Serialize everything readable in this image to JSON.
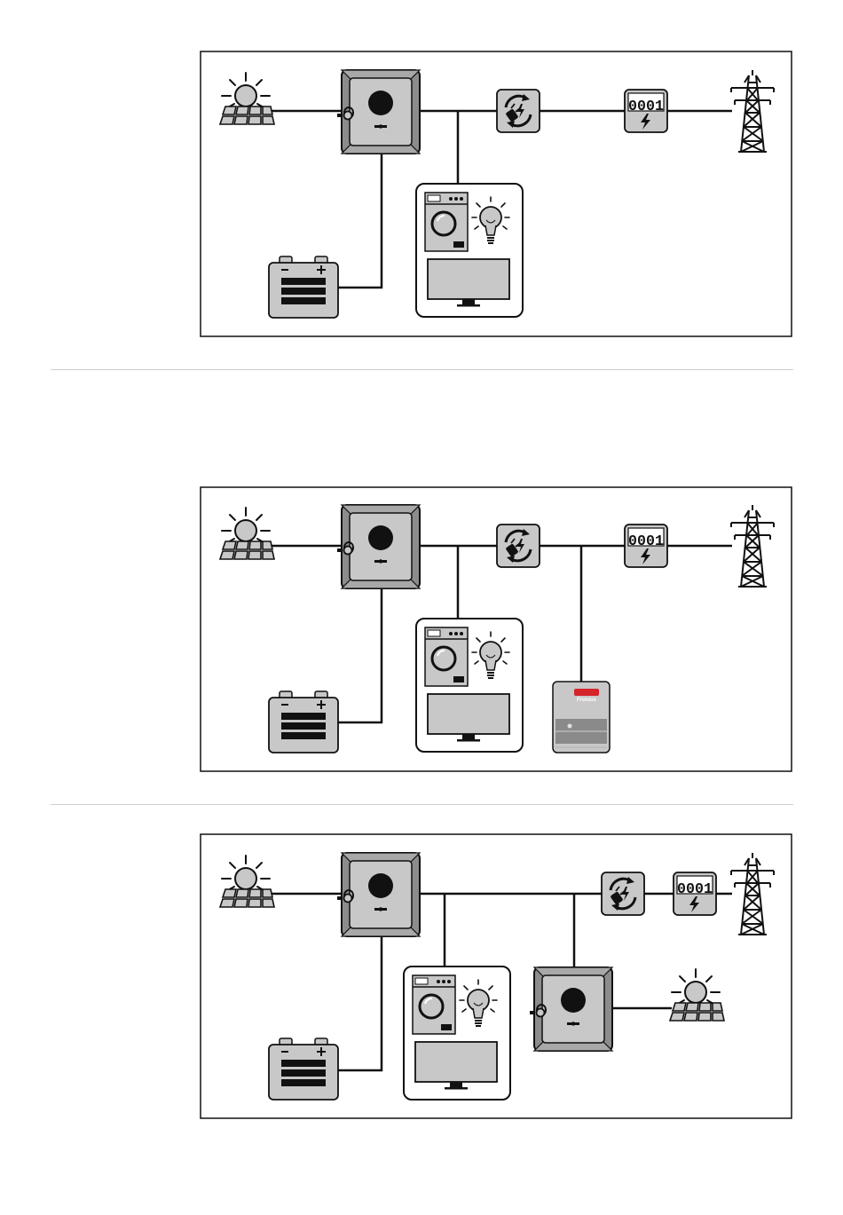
{
  "meter_display": "0001",
  "brand_logo_text": "Fronius",
  "colors": {
    "frame": "#1a1a1a",
    "device_fill": "#c8c8c8",
    "device_dark": "#8c8c8c",
    "screen": "#c4c4c4",
    "stripe": "#7a7a7a",
    "line": "#111111",
    "separator": "#cfcfcf",
    "logo_red": "#d5242a"
  },
  "diagrams": [
    {
      "id": "diagram-1",
      "components": [
        "solar-panel-icon",
        "inverter-icon",
        "battery-icon",
        "household-loads-icon",
        "switch-icon",
        "energy-meter-icon",
        "power-pylon-icon"
      ]
    },
    {
      "id": "diagram-2",
      "components": [
        "solar-panel-icon",
        "inverter-icon",
        "battery-icon",
        "household-loads-icon",
        "switch-icon",
        "wallbox-icon",
        "energy-meter-icon",
        "power-pylon-icon"
      ]
    },
    {
      "id": "diagram-3",
      "components": [
        "solar-panel-icon",
        "inverter-icon",
        "battery-icon",
        "household-loads-icon",
        "second-inverter-icon",
        "second-solar-panel-icon",
        "switch-icon",
        "energy-meter-icon",
        "power-pylon-icon"
      ]
    }
  ]
}
